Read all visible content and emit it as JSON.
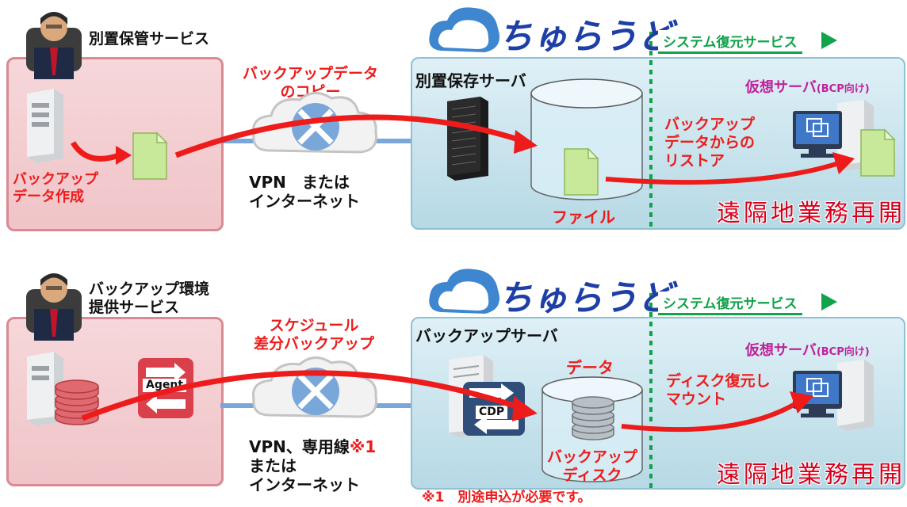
{
  "top": {
    "service_title": "別置保管サービス",
    "create_label": [
      "バックアップ",
      "データ作成"
    ],
    "copy_label": [
      "バックアップデータ",
      "のコピー"
    ],
    "network_label": [
      "VPN　または",
      "インターネット"
    ],
    "logo_text": "ちゅらうど",
    "server_label": "別置保存サーバ",
    "file_label": "ファイル",
    "restore_service": "システム復元サービス",
    "virtual_server": "仮想サーバ",
    "bcp": "(BCP向け)",
    "restore_label": [
      "バックアップ",
      "データからの",
      "リストア"
    ],
    "resume": "遠隔地業務再開"
  },
  "bottom": {
    "service_title": [
      "バックアップ環境",
      "提供サービス"
    ],
    "agent": "Agent",
    "schedule_label": [
      "スケジュール",
      "差分バックアップ"
    ],
    "network_label_1": "VPN、専用線",
    "network_note_mark": "※1",
    "network_label_2": "または",
    "network_label_3": "インターネット",
    "logo_text": "ちゅらうど",
    "server_label": "バックアップサーバ",
    "data_label": "データ",
    "cdp": "CDP",
    "disk_label": [
      "バックアップ",
      "ディスク"
    ],
    "restore_service": "システム復元サービス",
    "virtual_server": "仮想サーバ",
    "bcp": "(BCP向け)",
    "mount_label": [
      "ディスク復元し",
      "マウント"
    ],
    "resume": "遠隔地業務再開",
    "footnote": "※1　別途申込が必要です。"
  },
  "colors": {
    "red": "#ee1b1b",
    "green": "#10a34a",
    "pink": "#f0c4c8",
    "blue": "#b6d9e5"
  },
  "icons": [
    "businessman-icon",
    "tower-server-icon",
    "document-icon",
    "vpn-cloud-icon",
    "rack-server-icon",
    "cylinder-storage-icon",
    "virtual-server-icon",
    "database-icon",
    "agent-icon",
    "cdp-server-icon",
    "disk-stack-icon"
  ]
}
